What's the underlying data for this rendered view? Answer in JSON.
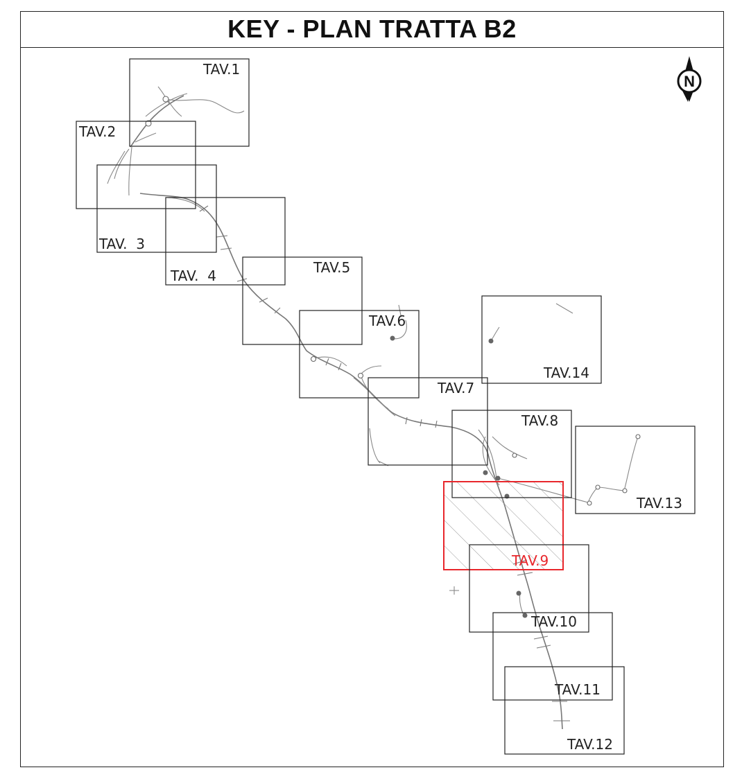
{
  "title": "KEY - PLAN TRATTA B2",
  "highlight_color": "#e8262b",
  "sheets": [
    {
      "id": "tav1",
      "label": "TAV.1",
      "highlighted": false
    },
    {
      "id": "tav2",
      "label": "TAV.2",
      "highlighted": false
    },
    {
      "id": "tav3",
      "label": "TAV.  3",
      "highlighted": false
    },
    {
      "id": "tav4",
      "label": "TAV.  4",
      "highlighted": false
    },
    {
      "id": "tav5",
      "label": "TAV.5",
      "highlighted": false
    },
    {
      "id": "tav6",
      "label": "TAV.6",
      "highlighted": false
    },
    {
      "id": "tav7",
      "label": "TAV.7",
      "highlighted": false
    },
    {
      "id": "tav8",
      "label": "TAV.8",
      "highlighted": false
    },
    {
      "id": "tav9",
      "label": "TAV.9",
      "highlighted": true
    },
    {
      "id": "tav10",
      "label": "TAV.10",
      "highlighted": false
    },
    {
      "id": "tav11",
      "label": "TAV.11",
      "highlighted": false
    },
    {
      "id": "tav12",
      "label": "TAV.12",
      "highlighted": false
    },
    {
      "id": "tav13",
      "label": "TAV.13",
      "highlighted": false
    },
    {
      "id": "tav14",
      "label": "TAV.14",
      "highlighted": false
    }
  ],
  "north_arrow": {
    "icon": "north-arrow-icon",
    "letter": "N"
  }
}
